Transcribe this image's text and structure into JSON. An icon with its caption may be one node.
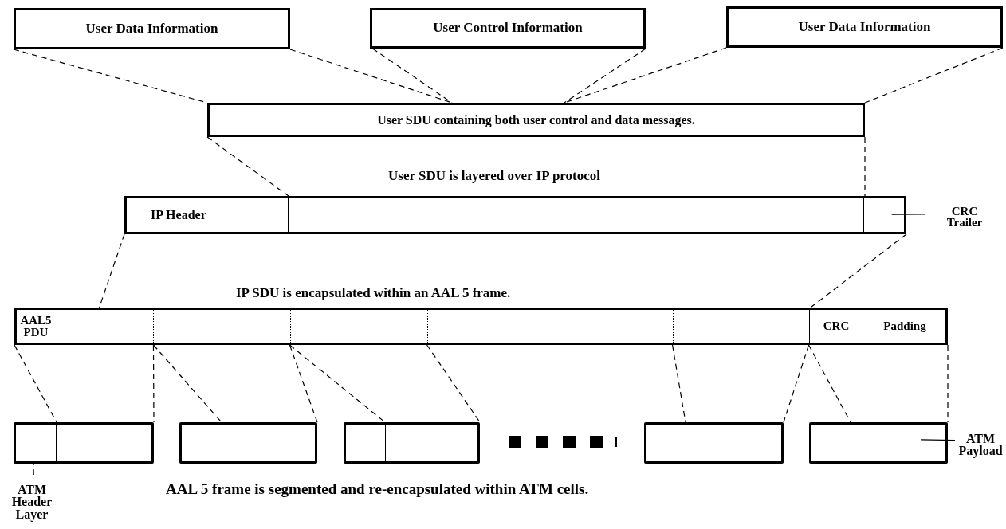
{
  "diagram": {
    "nodes": [
      {
        "text": [
          "User Data Information"
        ]
      },
      {
        "text": [
          "User Control Information"
        ]
      },
      {
        "text": [
          "User Data Information"
        ]
      },
      {
        "text": [
          "User SDU containing both user control and data messages."
        ]
      },
      {
        "text": [],
        "shape": "bar"
      },
      {
        "text": [
          "IP Header"
        ],
        "in": 4
      },
      {
        "text": [],
        "shape": "box",
        "in": 4
      },
      {
        "text": [
          "CRC Trailer"
        ]
      },
      {
        "text": [],
        "shape": "bar"
      },
      {
        "text": [
          "AAL5 PDU"
        ],
        "in": 8
      },
      {
        "text": [
          "CRC"
        ],
        "in": 8
      },
      {
        "text": [
          "Padding"
        ],
        "in": 8
      },
      {
        "text": [],
        "shape": "box"
      },
      {
        "text": [],
        "shape": "box"
      },
      {
        "text": [],
        "shape": "box"
      },
      {
        "text": [],
        "shape": "box"
      },
      {
        "text": [],
        "shape": "box"
      },
      {
        "text": [],
        "shape": "box",
        "in": 12
      },
      {
        "text": [
          "ATM Header Layer"
        ]
      },
      {
        "text": [],
        "shape": "box",
        "in": 16
      },
      {
        "text": [
          "ATM Payload"
        ]
      }
    ],
    "edges": [
      {
        "from": 0,
        "to": 3,
        "arrow": "none",
        "style": "dashed"
      },
      {
        "from": 0,
        "to": 3,
        "arrow": "none",
        "style": "dashed"
      },
      {
        "from": 1,
        "to": 3,
        "arrow": "none",
        "style": "dashed"
      },
      {
        "from": 1,
        "to": 3,
        "arrow": "none",
        "style": "dashed"
      },
      {
        "from": 2,
        "to": 3,
        "arrow": "none",
        "style": "dashed"
      },
      {
        "from": 2,
        "to": 3,
        "arrow": "none",
        "style": "dashed"
      },
      {
        "from": 3,
        "to": 4,
        "arrow": "none",
        "style": "dashed"
      },
      {
        "from": 3,
        "to": 4,
        "arrow": "none",
        "style": "dashed"
      },
      {
        "from": 4,
        "to": 8,
        "arrow": "none",
        "style": "dashed"
      },
      {
        "from": 4,
        "to": 8,
        "arrow": "none",
        "style": "dashed"
      },
      {
        "from": 8,
        "to": 12,
        "arrow": "none",
        "style": "dashed"
      },
      {
        "from": 8,
        "to": 12,
        "arrow": "none",
        "style": "dashed"
      },
      {
        "from": 8,
        "to": 13,
        "arrow": "none",
        "style": "dashed"
      },
      {
        "from": 8,
        "to": 13,
        "arrow": "none",
        "style": "dashed"
      },
      {
        "from": 8,
        "to": 14,
        "arrow": "none",
        "style": "dashed"
      },
      {
        "from": 8,
        "to": 14,
        "arrow": "none",
        "style": "dashed"
      },
      {
        "from": 8,
        "to": 15,
        "arrow": "none",
        "style": "dashed"
      },
      {
        "from": 8,
        "to": 15,
        "arrow": "none",
        "style": "dashed"
      },
      {
        "from": 8,
        "to": 16,
        "arrow": "none",
        "style": "dashed"
      },
      {
        "from": 8,
        "to": 16,
        "arrow": "none",
        "style": "dashed"
      },
      {
        "from": 7,
        "to": 6,
        "arrow": "none"
      },
      {
        "from": 18,
        "to": 17,
        "arrow": "none",
        "style": "dashed"
      },
      {
        "from": 20,
        "to": 19,
        "arrow": "none"
      }
    ],
    "labels": [
      "User SDU is layered over IP protocol",
      "IP SDU is encapsulated within an AAL 5 frame.",
      "AAL 5 frame is segmented and re-encapsulated within ATM cells."
    ]
  }
}
